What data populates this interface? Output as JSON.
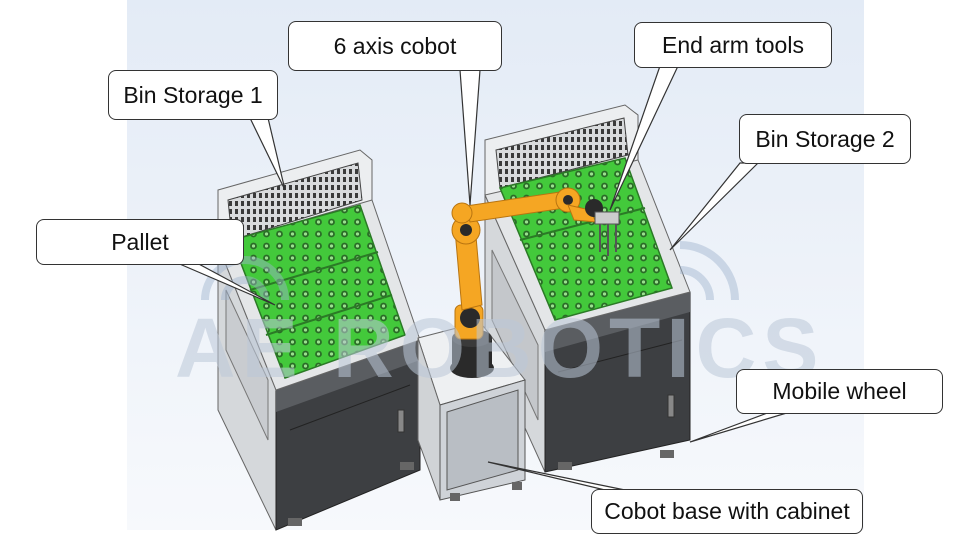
{
  "watermark": {
    "text": "AE ROBOTICS"
  },
  "callouts": {
    "cobot": "6 axis cobot",
    "end_arm_tools": "End arm tools",
    "bin_storage_1": "Bin Storage 1",
    "bin_storage_2": "Bin Storage 2",
    "pallet": "Pallet",
    "mobile_wheel": "Mobile wheel",
    "cobot_base": "Cobot base with cabinet"
  },
  "colors": {
    "background_gradient_top": "#e3ebf6",
    "background_gradient_bottom": "#f7f9fc",
    "cabinet_light": "#eceef0",
    "cabinet_dark": "#3d3f42",
    "pallet_green": "#43c93b",
    "robot_orange": "#f5a623",
    "robot_dark": "#2a2a2a"
  },
  "icons": {
    "watermark_logo": "wifi-arcs-icon"
  }
}
